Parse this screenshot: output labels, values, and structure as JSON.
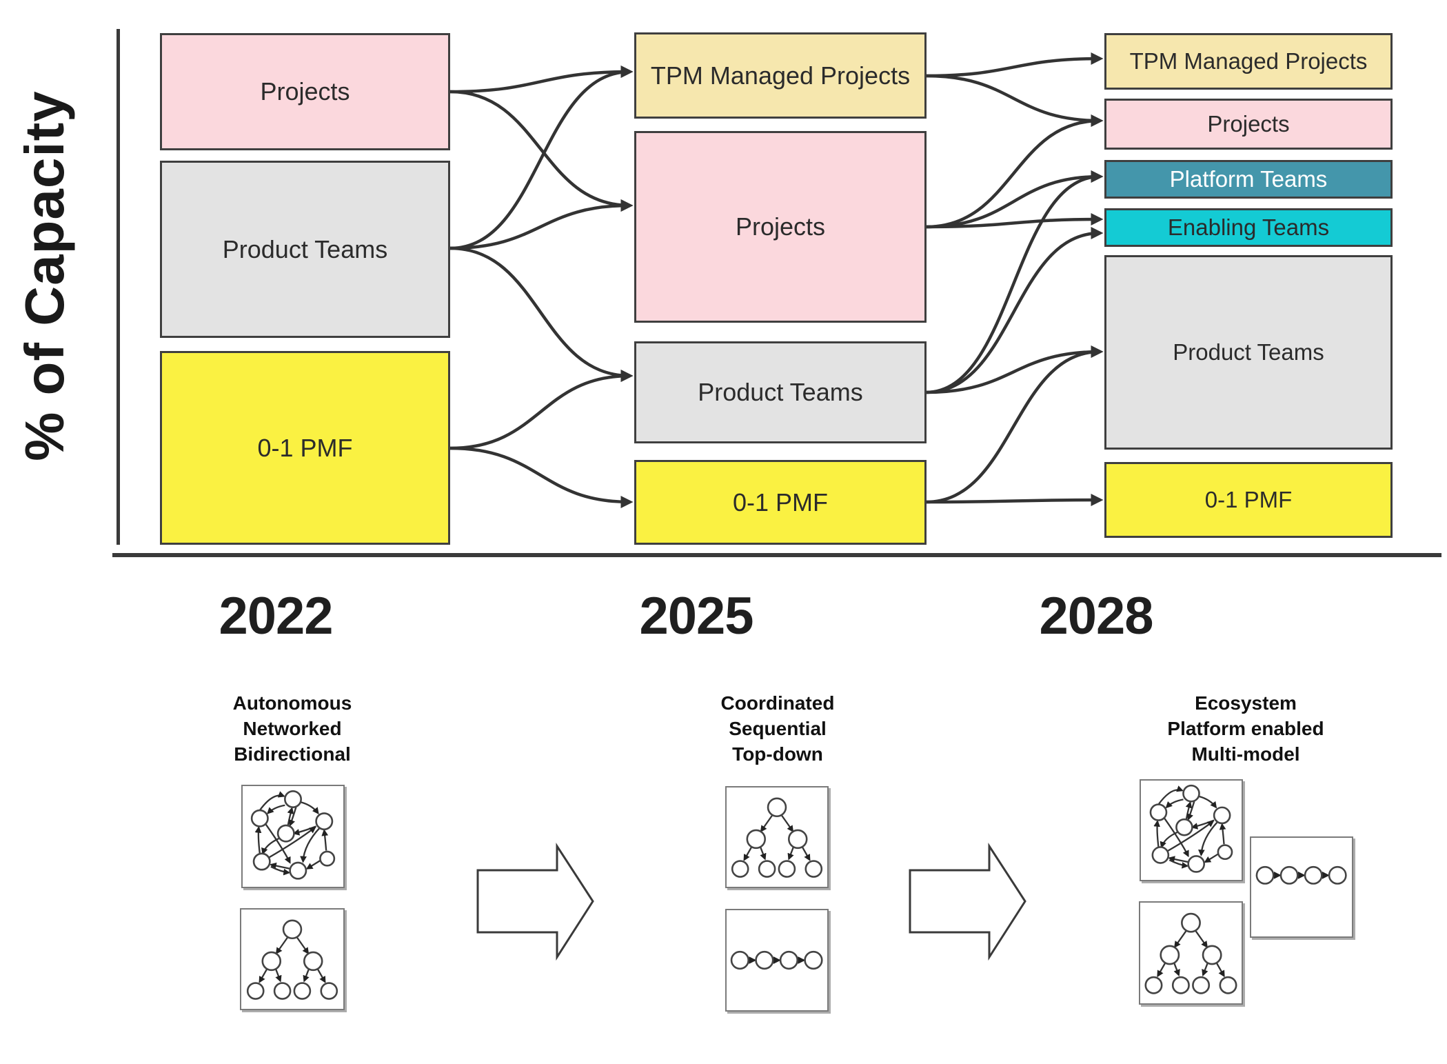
{
  "y_axis_label": "% of Capacity",
  "columns": [
    {
      "year": "2022",
      "description_lines": [
        "Autonomous",
        "Networked",
        "Bidirectional"
      ],
      "boxes": [
        {
          "id": "projects-2022",
          "label": "Projects",
          "color": "#fbd8dd"
        },
        {
          "id": "product-teams-2022",
          "label": "Product Teams",
          "color": "#e3e3e3"
        },
        {
          "id": "pmf-2022",
          "label": "0-1 PMF",
          "color": "#faf142"
        }
      ],
      "mini_diagrams": [
        "network",
        "tree"
      ]
    },
    {
      "year": "2025",
      "description_lines": [
        "Coordinated",
        "Sequential",
        "Top-down"
      ],
      "boxes": [
        {
          "id": "tpm-2025",
          "label": "TPM Managed Projects",
          "color": "#f6e7ae"
        },
        {
          "id": "projects-2025",
          "label": "Projects",
          "color": "#fbd8dd"
        },
        {
          "id": "product-teams-2025",
          "label": "Product Teams",
          "color": "#e3e3e3"
        },
        {
          "id": "pmf-2025",
          "label": "0-1 PMF",
          "color": "#faf142"
        }
      ],
      "mini_diagrams": [
        "tree",
        "chain"
      ]
    },
    {
      "year": "2028",
      "description_lines": [
        "Ecosystem",
        "Platform enabled",
        "Multi-model"
      ],
      "boxes": [
        {
          "id": "tpm-2028",
          "label": "TPM Managed Projects",
          "color": "#f6e7ae"
        },
        {
          "id": "projects-2028",
          "label": "Projects",
          "color": "#fbd8dd"
        },
        {
          "id": "platform-teams-2028",
          "label": "Platform Teams",
          "color": "#4496ab",
          "text_color": "#ffffff"
        },
        {
          "id": "enabling-teams-2028",
          "label": "Enabling Teams",
          "color": "#14cbd4"
        },
        {
          "id": "product-teams-2028",
          "label": "Product Teams",
          "color": "#e3e3e3"
        },
        {
          "id": "pmf-2028",
          "label": "0-1 PMF",
          "color": "#faf142"
        }
      ],
      "mini_diagrams": [
        "network",
        "chain",
        "tree"
      ]
    }
  ],
  "flows": [
    {
      "from": "projects-2022",
      "to": "tpm-2025"
    },
    {
      "from": "projects-2022",
      "to": "projects-2025"
    },
    {
      "from": "product-teams-2022",
      "to": "tpm-2025"
    },
    {
      "from": "product-teams-2022",
      "to": "projects-2025"
    },
    {
      "from": "product-teams-2022",
      "to": "product-teams-2025"
    },
    {
      "from": "pmf-2022",
      "to": "product-teams-2025"
    },
    {
      "from": "pmf-2022",
      "to": "pmf-2025"
    },
    {
      "from": "tpm-2025",
      "to": "tpm-2028"
    },
    {
      "from": "tpm-2025",
      "to": "projects-2028"
    },
    {
      "from": "projects-2025",
      "to": "projects-2028"
    },
    {
      "from": "projects-2025",
      "to": "platform-teams-2028"
    },
    {
      "from": "projects-2025",
      "to": "enabling-teams-2028"
    },
    {
      "from": "product-teams-2025",
      "to": "platform-teams-2028"
    },
    {
      "from": "product-teams-2025",
      "to": "enabling-teams-2028"
    },
    {
      "from": "product-teams-2025",
      "to": "product-teams-2028"
    },
    {
      "from": "pmf-2025",
      "to": "product-teams-2028"
    },
    {
      "from": "pmf-2025",
      "to": "pmf-2028"
    }
  ],
  "transition_arrows": [
    "2022-to-2025",
    "2025-to-2028"
  ],
  "colors": {
    "pink": "#fbd8dd",
    "tan": "#f6e7ae",
    "gray": "#e3e3e3",
    "yellow": "#faf142",
    "teal": "#4496ab",
    "cyan": "#14cbd4",
    "line": "#333333",
    "border": "#3f3f3f"
  }
}
